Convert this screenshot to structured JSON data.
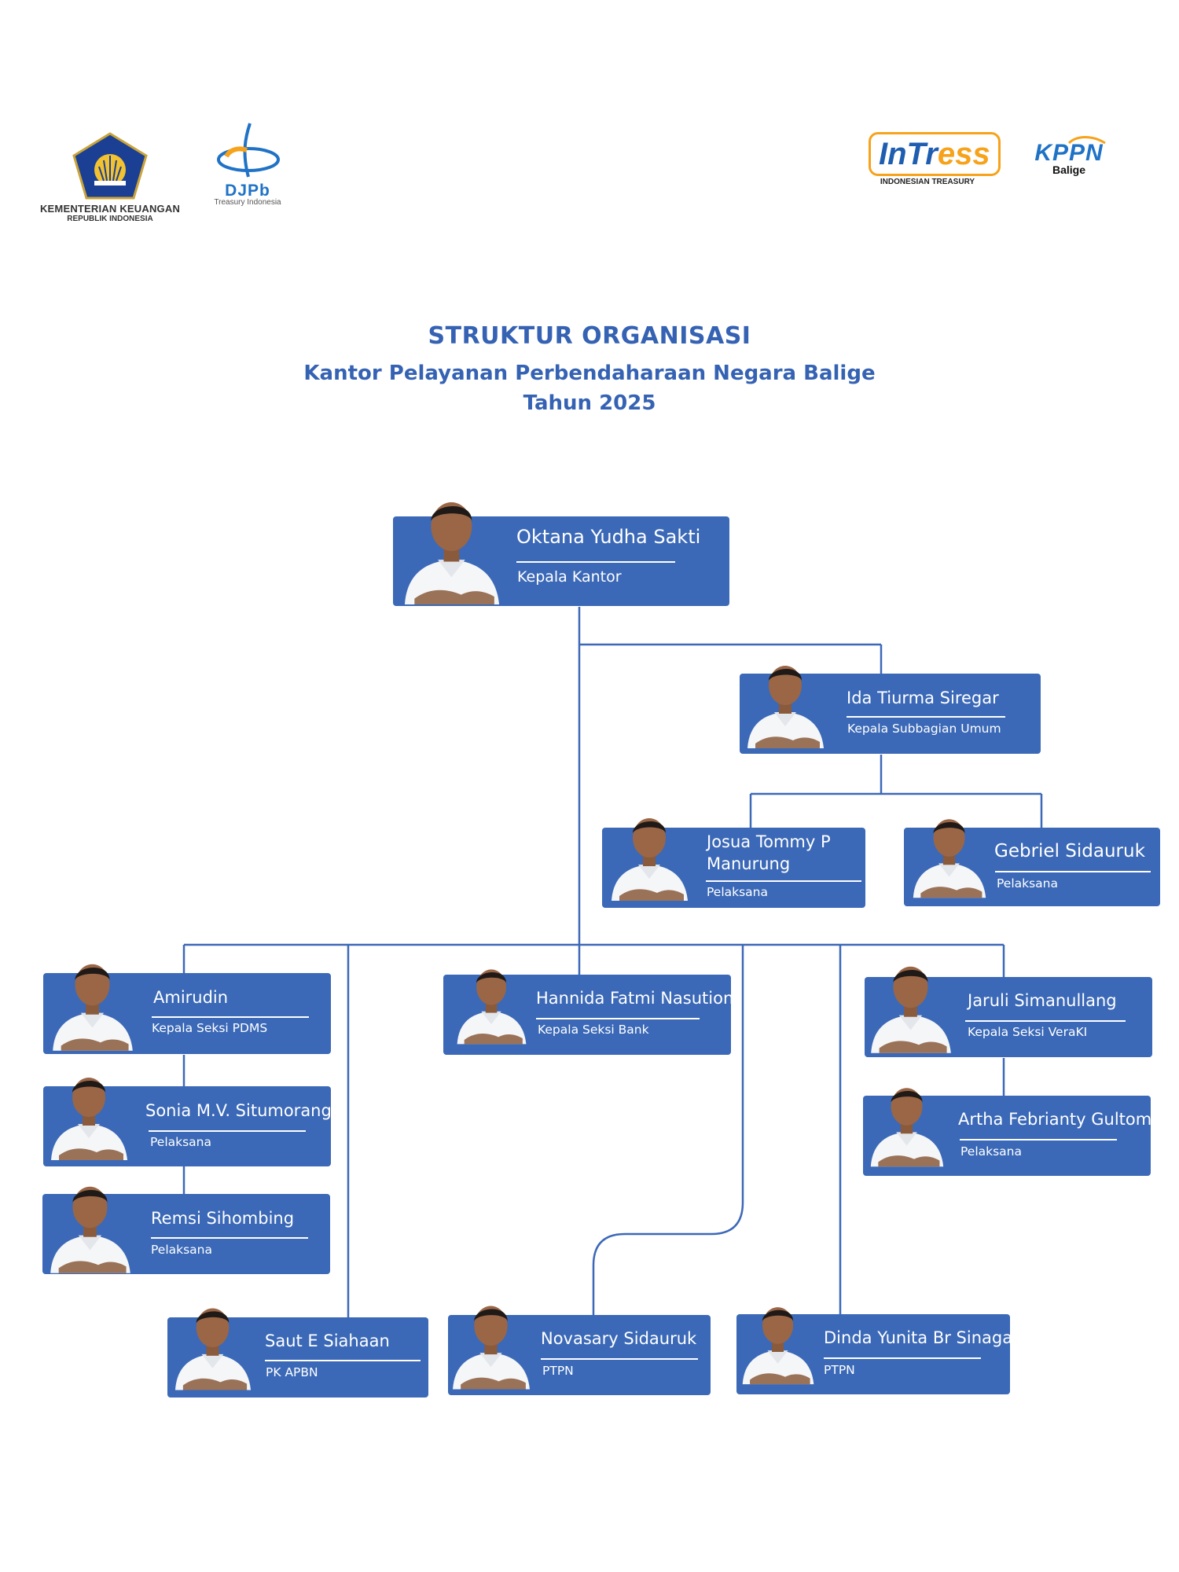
{
  "logos": {
    "kemenkeu_line1": "KEMENTERIAN KEUANGAN",
    "kemenkeu_line2": "REPUBLIK INDONESIA",
    "djpb_name": "DJPb",
    "djpb_tagline": "Treasury Indonesia",
    "intress_name_a": "InTr",
    "intress_name_b": "ess",
    "intress_tagline": "INDONESIAN TREASURY",
    "kppn_name": "KPPN",
    "kppn_city": "Balige"
  },
  "header": {
    "title": "STRUKTUR ORGANISASI",
    "subtitle": "Kantor Pelayanan Perbendaharaan Negara Balige",
    "year": "Tahun 2025"
  },
  "people": {
    "kepala_kantor": {
      "name": "Oktana Yudha Sakti",
      "role": "Kepala Kantor"
    },
    "kasubbag_umum": {
      "name": "Ida Tiurma Siregar",
      "role": "Kepala Subbagian Umum"
    },
    "josua": {
      "name_line1": "Josua Tommy P",
      "name_line2": "Manurung",
      "role": "Pelaksana"
    },
    "gebriel": {
      "name": "Gebriel Sidauruk",
      "role": "Pelaksana"
    },
    "amirudin": {
      "name": "Amirudin",
      "role": "Kepala Seksi PDMS"
    },
    "sonia": {
      "name": "Sonia M.V. Situmorang",
      "role": "Pelaksana"
    },
    "remsi": {
      "name": "Remsi Sihombing",
      "role": "Pelaksana"
    },
    "hannida": {
      "name": "Hannida Fatmi Nasution",
      "role": "Kepala Seksi Bank"
    },
    "jaruli": {
      "name": "Jaruli Simanullang",
      "role": "Kepala Seksi VeraKI"
    },
    "artha": {
      "name": "Artha Febrianty Gultom",
      "role": "Pelaksana"
    },
    "saut": {
      "name": "Saut E Siahaan",
      "role": "PK APBN"
    },
    "novasary": {
      "name": "Novasary Sidauruk",
      "role": "PTPN"
    },
    "dinda": {
      "name": "Dinda Yunita Br Sinaga",
      "role": "PTPN"
    }
  },
  "colors": {
    "card": "#3b69b7",
    "title": "#3562b3",
    "connector": "#3d68b8"
  }
}
